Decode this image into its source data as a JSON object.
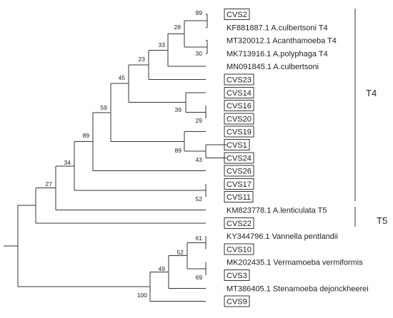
{
  "tree": {
    "leaves": [
      {
        "id": "CVS2",
        "label": "CVS2",
        "boxed": true
      },
      {
        "id": "KF881887",
        "label": "KF881887.1 A.culbertsoni T4",
        "boxed": false
      },
      {
        "id": "MT320012",
        "label": "MT320012.1 Acanthamoeba T4",
        "boxed": false
      },
      {
        "id": "MK713916",
        "label": "MK713916.1 A.polyphaga T4",
        "boxed": false
      },
      {
        "id": "MN091845",
        "label": "MN091845.1 A.culbertsoni",
        "boxed": false
      },
      {
        "id": "CVS23",
        "label": "CVS23",
        "boxed": true
      },
      {
        "id": "CVS14",
        "label": "CVS14",
        "boxed": true
      },
      {
        "id": "CVS16",
        "label": "CVS16",
        "boxed": true
      },
      {
        "id": "CVS20",
        "label": "CVS20",
        "boxed": true
      },
      {
        "id": "CVS19",
        "label": "CVS19",
        "boxed": true
      },
      {
        "id": "CVS1",
        "label": "CVS1",
        "boxed": true
      },
      {
        "id": "CVS24",
        "label": "CVS24",
        "boxed": true
      },
      {
        "id": "CVS26",
        "label": "CVS26",
        "boxed": true
      },
      {
        "id": "CVS17",
        "label": "CVS17",
        "boxed": true
      },
      {
        "id": "CVS11",
        "label": "CVS11",
        "boxed": true
      },
      {
        "id": "KM823778",
        "label": "KM823778.1 A.lenticulata T5",
        "boxed": false
      },
      {
        "id": "CVS22",
        "label": "CVS22",
        "boxed": true
      },
      {
        "id": "KY344796",
        "label": "KY344796.1 Vannella pentlandii",
        "boxed": false
      },
      {
        "id": "CVS10",
        "label": "CVS10",
        "boxed": true
      },
      {
        "id": "MK202435",
        "label": "MK202435.1 Vermamoeba vermiformis",
        "boxed": false
      },
      {
        "id": "CVS3",
        "label": "CVS3",
        "boxed": true
      },
      {
        "id": "MT386405",
        "label": "MT386405.1 Stenamoeba dejonckheerei",
        "boxed": false
      },
      {
        "id": "CVS9",
        "label": "CVS9",
        "boxed": true
      }
    ],
    "nodes": [
      {
        "id": "n1",
        "children": [
          "CVS2",
          "KF881887"
        ],
        "support": "99"
      },
      {
        "id": "n2",
        "children": [
          "MT320012",
          "MK713916"
        ],
        "support": "30"
      },
      {
        "id": "n3",
        "children": [
          "n1",
          "n2"
        ],
        "support": "28"
      },
      {
        "id": "n4",
        "children": [
          "n3",
          "MN091845"
        ],
        "support": "33"
      },
      {
        "id": "n5",
        "children": [
          "n4",
          "CVS23"
        ],
        "support": "23"
      },
      {
        "id": "n6",
        "children": [
          "CVS16",
          "CVS20"
        ],
        "support": "29"
      },
      {
        "id": "n7",
        "children": [
          "CVS14",
          "n6"
        ],
        "support": "39"
      },
      {
        "id": "n8",
        "children": [
          "n5",
          "n7"
        ],
        "support": "45"
      },
      {
        "id": "n9",
        "children": [
          "CVS1",
          "CVS24"
        ],
        "support": "43"
      },
      {
        "id": "n10",
        "children": [
          "CVS19",
          "n9"
        ],
        "support": "89"
      },
      {
        "id": "n11",
        "children": [
          "n8",
          "n10"
        ],
        "support": "59"
      },
      {
        "id": "n12",
        "children": [
          "n11",
          "CVS26"
        ],
        "support": "89"
      },
      {
        "id": "n13",
        "children": [
          "CVS17",
          "CVS11"
        ],
        "support": "52"
      },
      {
        "id": "n14",
        "children": [
          "n12",
          "n13"
        ],
        "support": "34"
      },
      {
        "id": "n15",
        "children": [
          "n14",
          "KM823778"
        ],
        "support": "27"
      },
      {
        "id": "n16",
        "children": [
          "n15",
          "CVS22"
        ],
        "support": ""
      },
      {
        "id": "n17",
        "children": [
          "KY344796",
          "CVS10"
        ],
        "support": "61"
      },
      {
        "id": "n18",
        "children": [
          "MK202435",
          "CVS3"
        ],
        "support": "69"
      },
      {
        "id": "n19",
        "children": [
          "n17",
          "n18"
        ],
        "support": "52"
      },
      {
        "id": "n20",
        "children": [
          "n19",
          "MT386405"
        ],
        "support": "49"
      },
      {
        "id": "n21",
        "children": [
          "n20",
          "CVS9"
        ],
        "support": "100"
      },
      {
        "id": "root",
        "children": [
          "n16",
          "n21"
        ],
        "support": ""
      }
    ],
    "clades": [
      {
        "id": "t4",
        "label": "T4",
        "from": "CVS2",
        "to": "CVS11"
      },
      {
        "id": "t5",
        "label": "T5",
        "from": "KM823778",
        "to": "CVS22"
      }
    ]
  }
}
